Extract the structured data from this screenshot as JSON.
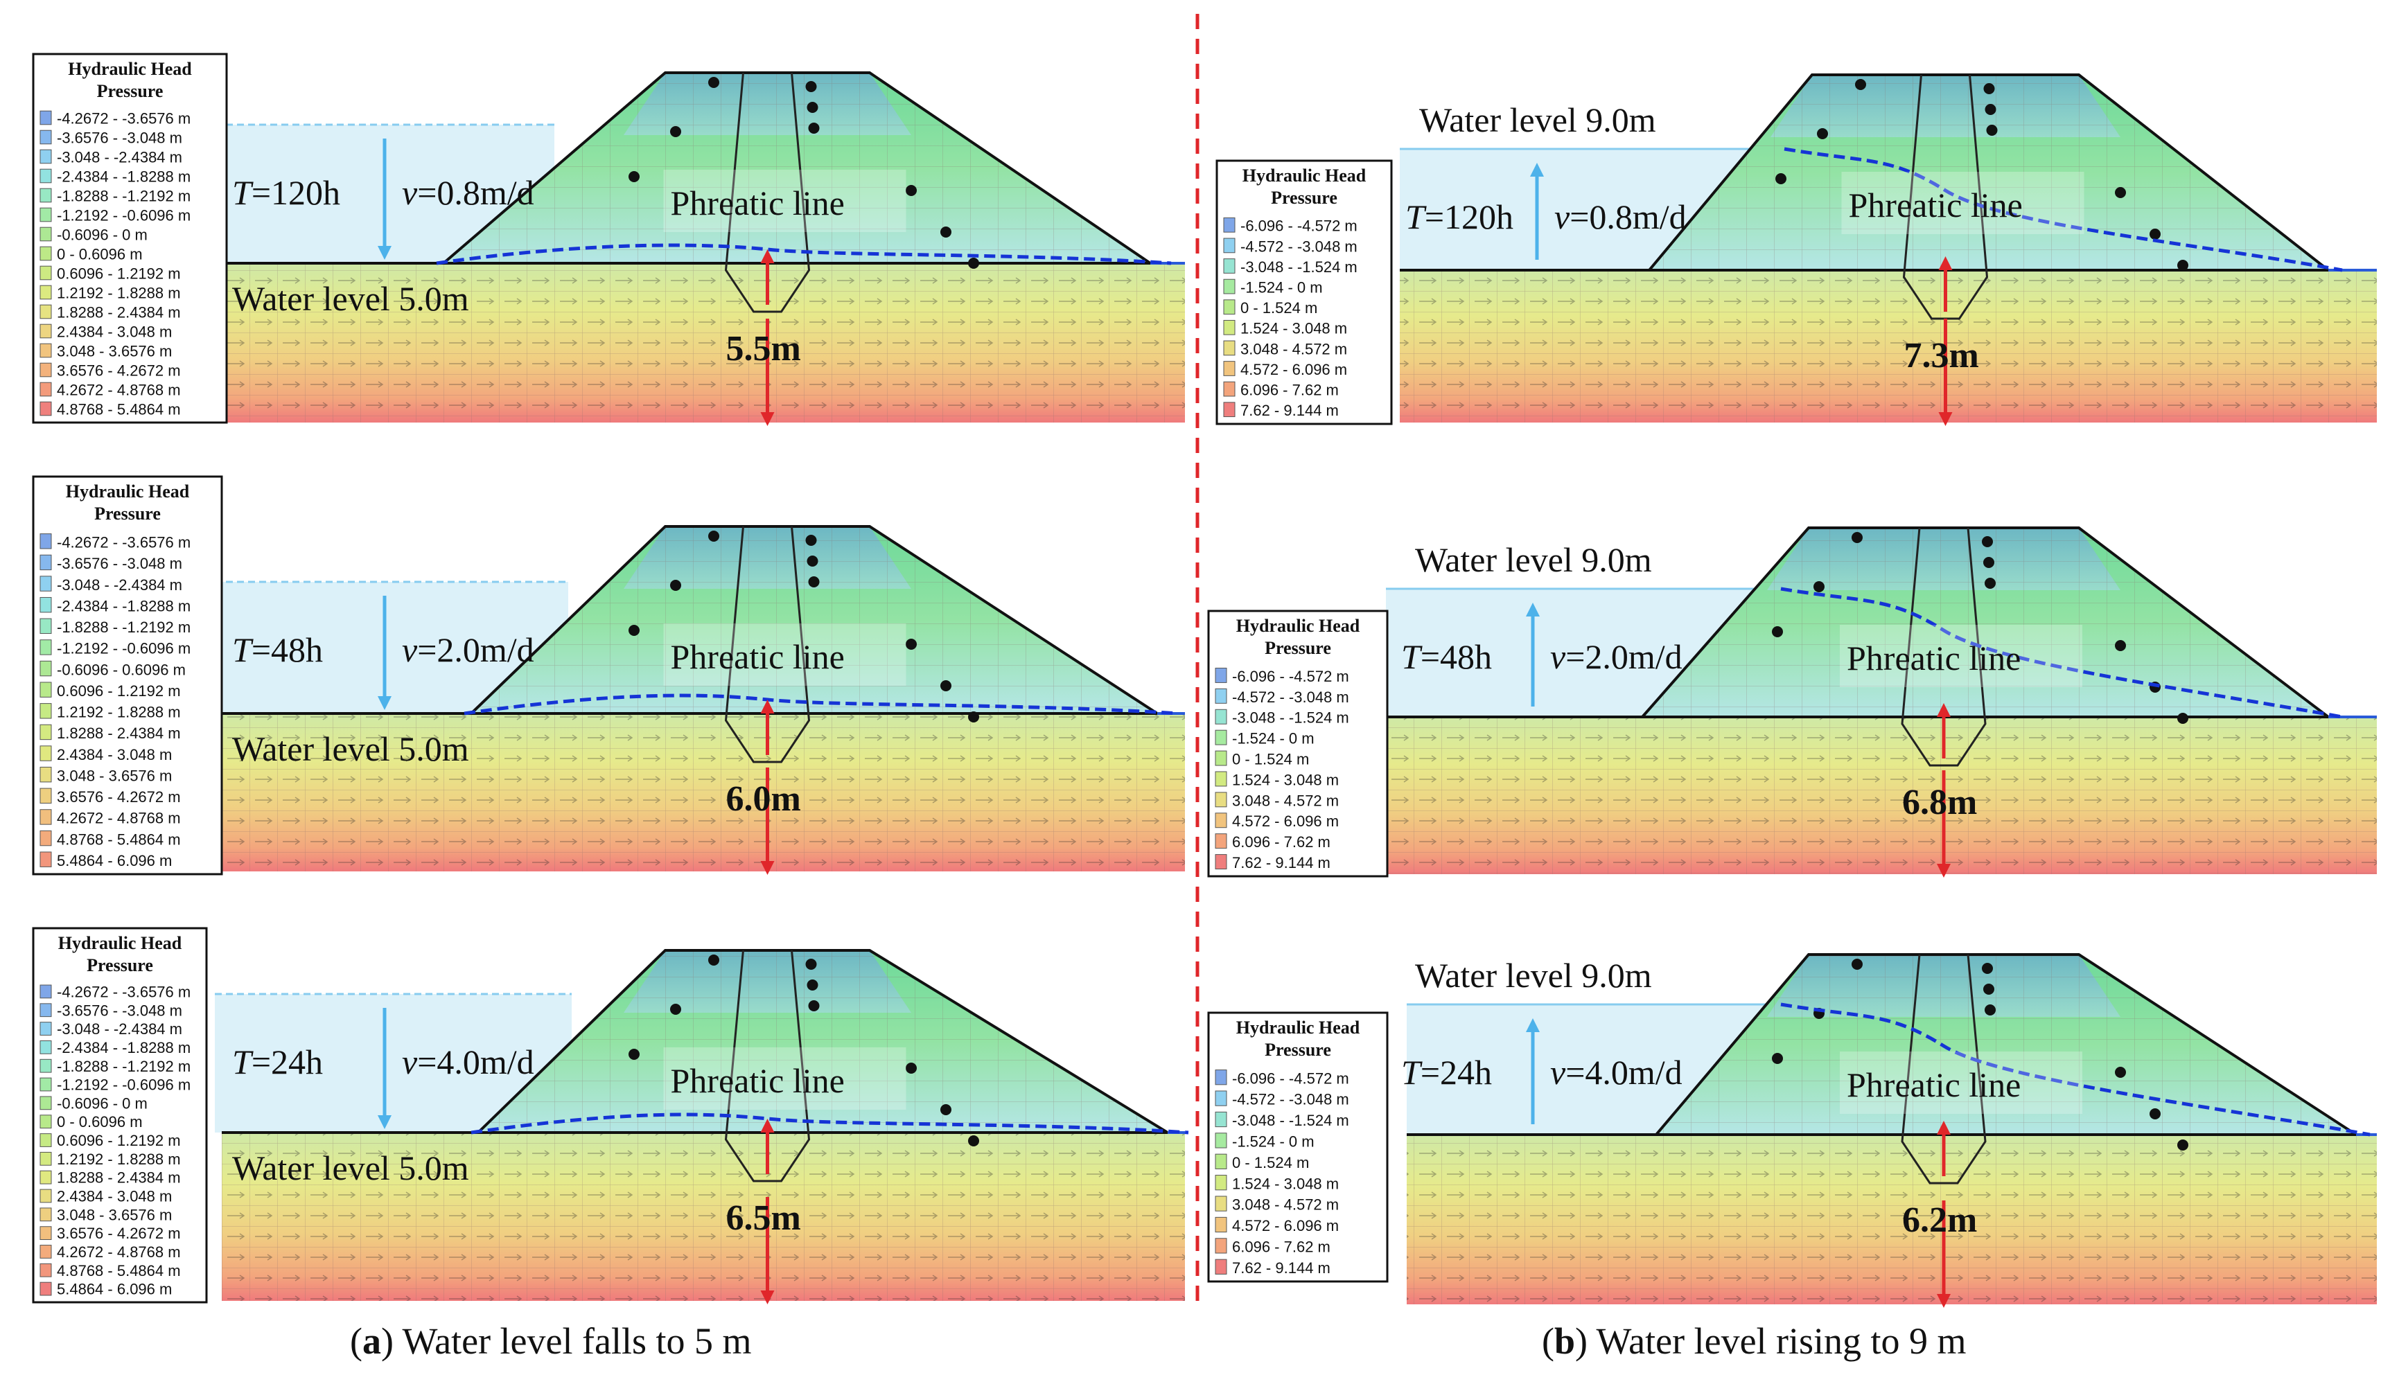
{
  "legend": {
    "title_line1": "Hydraulic Head",
    "title_line2": "Pressure",
    "falling_panels": [
      {
        "ranges": [
          "-4.2672 - -3.6576 m",
          "-3.6576 - -3.048 m",
          "-3.048 - -2.4384 m",
          "-2.4384 - -1.8288 m",
          "-1.8288 - -1.2192 m",
          "-1.2192 - -0.6096 m",
          "-0.6096 - 0 m",
          "0 - 0.6096 m",
          "0.6096 - 1.2192 m",
          "1.2192 - 1.8288 m",
          "1.8288 - 2.4384 m",
          "2.4384 - 3.048 m",
          "3.048 - 3.6576 m",
          "3.6576 - 4.2672 m",
          "4.2672 - 4.8768 m",
          "4.8768 - 5.4864 m"
        ]
      },
      {
        "ranges": [
          "-4.2672 - -3.6576 m",
          "-3.6576 - -3.048 m",
          "-3.048 - -2.4384 m",
          "-2.4384 - -1.8288 m",
          "-1.8288 - -1.2192 m",
          "-1.2192 - -0.6096 m",
          "-0.6096 - 0.6096 m",
          "0.6096 - 1.2192 m",
          "1.2192 - 1.8288 m",
          "1.8288 - 2.4384 m",
          "2.4384 - 3.048 m",
          "3.048 - 3.6576 m",
          "3.6576 - 4.2672 m",
          "4.2672 - 4.8768 m",
          "4.8768 - 5.4864 m",
          "5.4864 - 6.096 m"
        ]
      },
      {
        "ranges": [
          "-4.2672 - -3.6576 m",
          "-3.6576 - -3.048 m",
          "-3.048 - -2.4384 m",
          "-2.4384 - -1.8288 m",
          "-1.8288 - -1.2192 m",
          "-1.2192 - -0.6096 m",
          "-0.6096 - 0 m",
          "0 - 0.6096 m",
          "0.6096 - 1.2192 m",
          "1.2192 - 1.8288 m",
          "1.8288 - 2.4384 m",
          "2.4384 - 3.048 m",
          "3.048 - 3.6576 m",
          "3.6576 - 4.2672 m",
          "4.2672 - 4.8768 m",
          "4.8768 - 5.4864 m",
          "5.4864 - 6.096 m"
        ]
      }
    ],
    "rising_ranges": [
      "-6.096 - -4.572 m",
      "-4.572 - -3.048 m",
      "-3.048 - -1.524 m",
      "-1.524 - 0 m",
      "0 - 1.524 m",
      "1.524 - 3.048 m",
      "3.048 - 4.572 m",
      "4.572 - 6.096 m",
      "6.096 - 7.62 m",
      "7.62 - 9.144 m"
    ],
    "colors16": [
      "#7fa6e8",
      "#86b8ee",
      "#8fd0f0",
      "#92e2e0",
      "#98e8c4",
      "#a2eaa6",
      "#ade894",
      "#bde987",
      "#cdea82",
      "#dcea80",
      "#e6e382",
      "#edd581",
      "#f1c47e",
      "#f3b27c",
      "#f39b7c",
      "#ef807d"
    ],
    "colors17": [
      "#7fa6e8",
      "#86b8ee",
      "#8fd0f0",
      "#92e2e0",
      "#98e8c4",
      "#a2eaa6",
      "#ade894",
      "#b8e98a",
      "#c6ea84",
      "#d4ea81",
      "#e0e880",
      "#e8dd82",
      "#eecf80",
      "#f1bf7e",
      "#f3ab7c",
      "#f2967c",
      "#ef7e7d"
    ],
    "colors10": [
      "#7fa6e8",
      "#8fd0f0",
      "#96e4d2",
      "#a6eaa0",
      "#b8e98a",
      "#d2ea81",
      "#e8dd82",
      "#f1c47e",
      "#f3a47c",
      "#ef7e7d"
    ]
  },
  "panels": {
    "a": [
      {
        "time": "=120h",
        "velocity": "=0.8m/d",
        "water_level": "Water level 5.0m",
        "phreatic": "Phreatic line",
        "depth": "5.5m"
      },
      {
        "time": "=48h",
        "velocity": "=2.0m/d",
        "water_level": "Water level 5.0m",
        "phreatic": "Phreatic line",
        "depth": "6.0m"
      },
      {
        "time": "=24h",
        "velocity": "=4.0m/d",
        "water_level": "Water level 5.0m",
        "phreatic": "Phreatic line",
        "depth": "6.5m"
      }
    ],
    "b": [
      {
        "time": "=120h",
        "velocity": "=0.8m/d",
        "water_level": "Water level 9.0m",
        "phreatic": "Phreatic line",
        "depth": "7.3m"
      },
      {
        "time": "=48h",
        "velocity": "=2.0m/d",
        "water_level": "Water level 9.0m",
        "phreatic": "Phreatic line",
        "depth": "6.8m"
      },
      {
        "time": "=24h",
        "velocity": "=4.0m/d",
        "water_level": "Water level 9.0m",
        "phreatic": "Phreatic line",
        "depth": "6.2m"
      }
    ]
  },
  "symbols": {
    "time": "T",
    "velocity": "v"
  },
  "captions": {
    "a_letter": "a",
    "a_text": ") Water level falls to 5 m",
    "b_letter": "b",
    "b_text": ") Water level rising to 9 m"
  }
}
